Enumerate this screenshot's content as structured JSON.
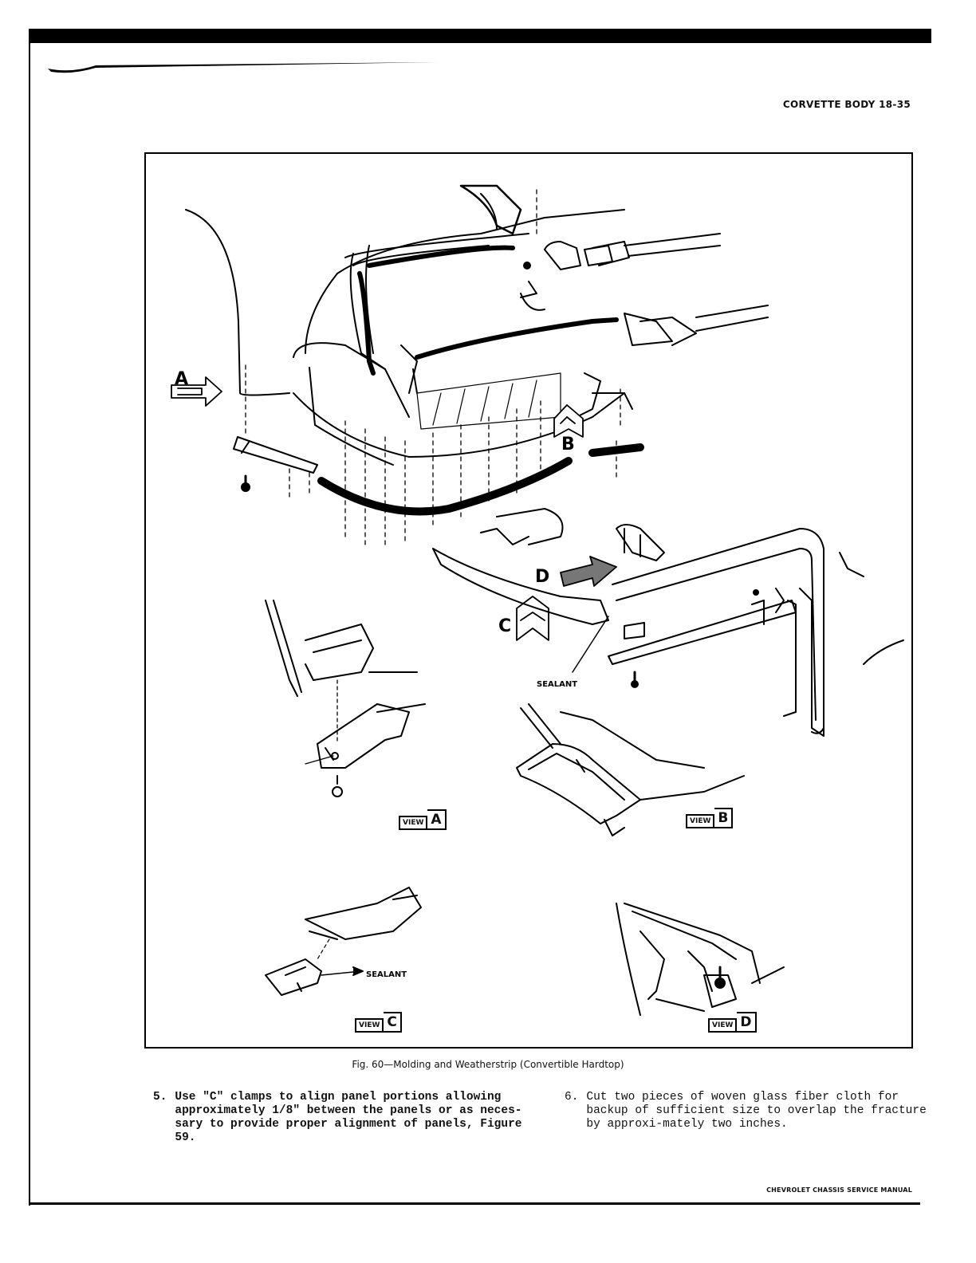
{
  "header": {
    "title": "CORVETTE BODY 18-35"
  },
  "figure": {
    "callouts": {
      "a": "A",
      "b": "B",
      "c": "C",
      "d": "D"
    },
    "sealant_labels": [
      "SEALANT",
      "SEALANT"
    ],
    "views": [
      {
        "word": "VIEW",
        "letter": "A"
      },
      {
        "word": "VIEW",
        "letter": "B"
      },
      {
        "word": "VIEW",
        "letter": "C"
      },
      {
        "word": "VIEW",
        "letter": "D"
      }
    ],
    "caption": "Fig. 60—Molding and Weatherstrip (Convertible Hardtop)"
  },
  "steps": [
    {
      "number": "5.",
      "text": "Use \"C\" clamps to align panel portions allowing approximately 1/8\" between the panels or as neces-sary to provide proper alignment of panels, Figure 59."
    },
    {
      "number": "6.",
      "text": "Cut two pieces of woven glass fiber cloth for backup of sufficient size to overlap the fracture by approxi-mately two inches."
    }
  ],
  "footer": {
    "text": "CHEVROLET CHASSIS SERVICE MANUAL"
  }
}
